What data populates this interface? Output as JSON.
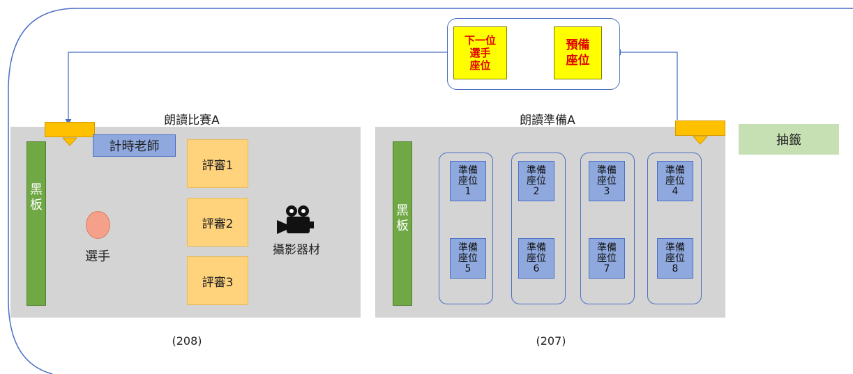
{
  "rooms": {
    "contest": {
      "title": "朗讀比賽A",
      "number": "(208)",
      "board": "黑\n板",
      "timer": "計時老師",
      "contestant": "選手",
      "judges": [
        "評審1",
        "評審2",
        "評審3"
      ],
      "camera": "攝影器材"
    },
    "prep": {
      "title": "朗讀準備A",
      "number": "(207)",
      "board": "黑\n板",
      "seats": [
        [
          "準備\n座位\n1",
          "準備\n座位\n5"
        ],
        [
          "準備\n座位\n2",
          "準備\n座位\n6"
        ],
        [
          "準備\n座位\n3",
          "準備\n座位\n7"
        ],
        [
          "準備\n座位\n4",
          "準備\n座位\n8"
        ]
      ]
    }
  },
  "flow": {
    "next_seat": "下一位\n選手\n座位",
    "standby_seat": "預備\n座位",
    "draw": "抽籤"
  },
  "colors": {
    "room_bg": "#d4d4d4",
    "board": "#6fa845",
    "judge": "#ffd37c",
    "seat": "#8fa9de",
    "timer": "#8fa9de",
    "door": "#ffc000",
    "flow_box": "#ffff00",
    "flow_text": "#e00000",
    "draw_bg": "#c6e0b4",
    "line": "#4a6fc4"
  },
  "icons": [
    "video-camera-icon"
  ]
}
